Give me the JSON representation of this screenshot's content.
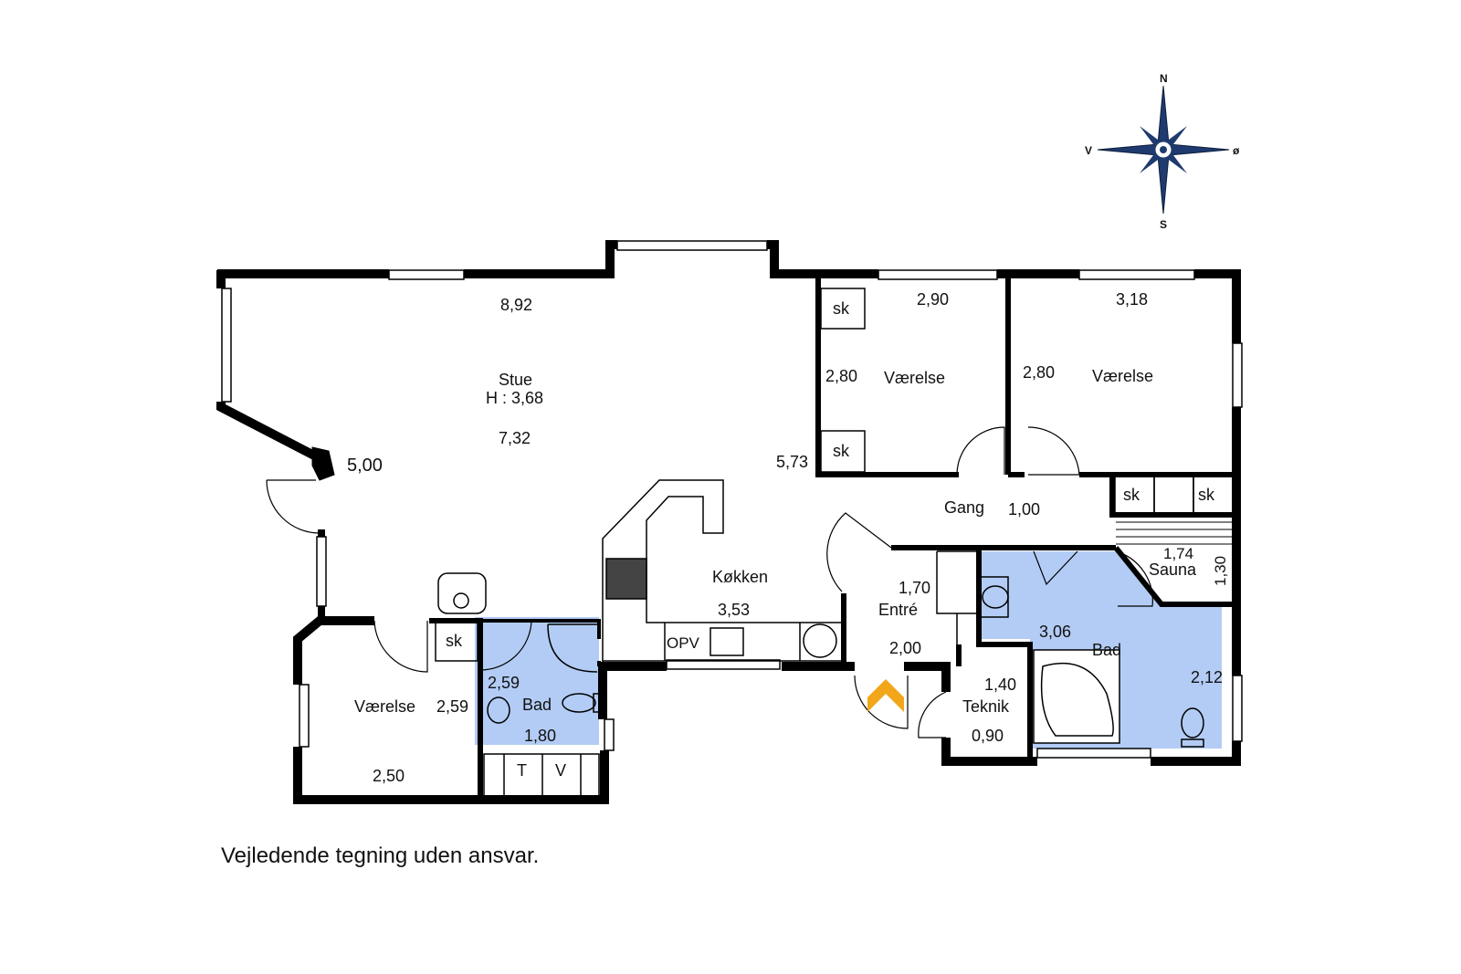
{
  "colors": {
    "wall": "#000000",
    "wet": "#b3ccf5",
    "compass": "#1e3a6e",
    "entry_arrow": "#f2a61a"
  },
  "compass": {
    "n": "N",
    "s": "S",
    "w": "V",
    "e": "ø"
  },
  "rooms": {
    "stue": {
      "name": "Stue",
      "height": "H : 3,68",
      "dim_top": "8,92",
      "dim_depth": "7,32",
      "dim_left": "5,00",
      "dim_right": "5,73"
    },
    "vaerelse_mid": {
      "name": "Værelse",
      "dim_w": "2,90",
      "dim_h": "2,80"
    },
    "vaerelse_right": {
      "name": "Værelse",
      "dim_w": "3,18",
      "dim_h": "2,80"
    },
    "gang": {
      "name": "Gang",
      "dim": "1,00"
    },
    "koekken": {
      "name": "Køkken",
      "dim": "3,53",
      "opv": "OPV"
    },
    "entre": {
      "name": "Entré",
      "dim_w": "1,70",
      "dim_d": "2,00"
    },
    "sauna": {
      "name": "Sauna",
      "dim_w": "1,74",
      "dim_h": "1,30"
    },
    "bad_big": {
      "name": "Bad",
      "dim_w": "3,06",
      "dim_h": "2,12"
    },
    "teknik": {
      "name": "Teknik",
      "dim_w": "1,40",
      "dim_d": "0,90"
    },
    "bad_small": {
      "name": "Bad",
      "dim_h": "2,59",
      "dim_w": "1,80",
      "t": "T",
      "v": "V"
    },
    "vaerelse_left": {
      "name": "Værelse",
      "dim_h": "2,59",
      "dim_w": "2,50"
    }
  },
  "closet_label": "sk",
  "disclaimer": "Vejledende tegning uden ansvar."
}
